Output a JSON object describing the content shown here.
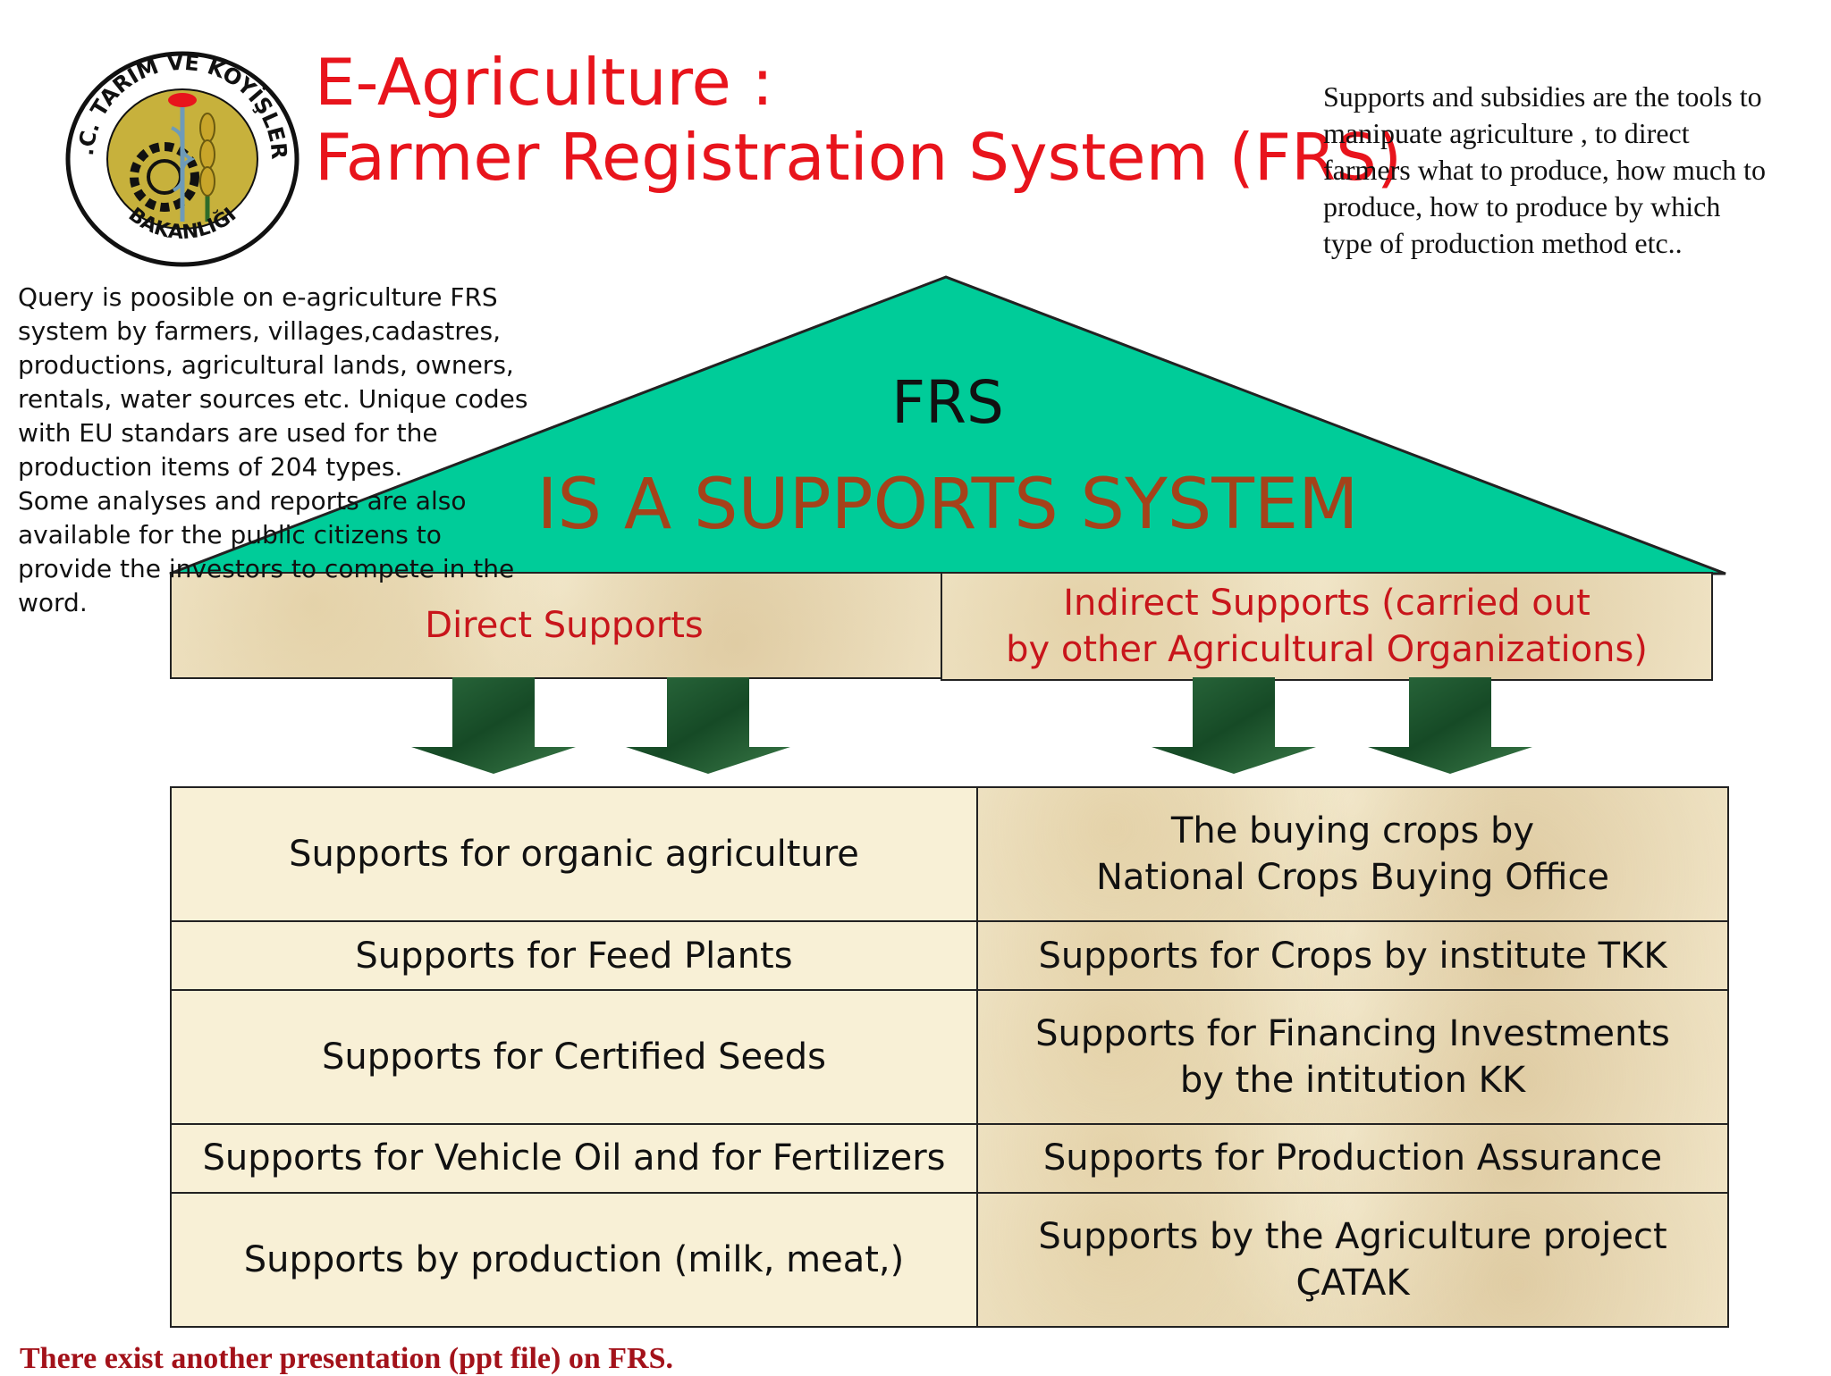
{
  "logo": {
    "arc_top": "T.C. TARIM VE KÖYİŞLERİ",
    "arc_bottom": "BAKANLIĞI"
  },
  "title": {
    "line1": "E-Agriculture :",
    "line2": "Farmer Registration System (FRS)"
  },
  "right_note": [
    "Supports and subsidies are the tools  to",
    "manipuate agriculture , to direct",
    "farmers what to produce, how much to",
    "produce, how to produce by which",
    "type of production method etc.."
  ],
  "left_note": [
    "Query is poosible on e-agriculture FRS",
    "system by  farmers, villages,cadastres,",
    "productions, agricultural lands, owners,",
    "rentals, water sources etc. Unique codes",
    "with EU standars are used for the",
    "production items of 204 types.",
    "Some analyses and reports are also",
    "available for the public citizens  to",
    "provide the investors to compete in the",
    "word."
  ],
  "roof": {
    "label": "FRS",
    "subtitle": "IS A SUPPORTS SYSTEM",
    "color": "#00cc99"
  },
  "categories": {
    "direct": "Direct Supports",
    "indirect_line1": "Indirect Supports (carried out",
    "indirect_line2": "by other Agricultural Organizations)"
  },
  "table": {
    "rows": [
      {
        "left": [
          "Supports for organic agriculture"
        ],
        "right": [
          "The buying crops by",
          "National Crops Buying Office"
        ]
      },
      {
        "left": [
          "Supports for Feed Plants"
        ],
        "right": [
          "Supports for Crops by institute TKK"
        ]
      },
      {
        "left": [
          "Supports for Certified Seeds"
        ],
        "right": [
          "Supports for Financing Investments",
          "by the intitution KK"
        ]
      },
      {
        "left": [
          "Supports for Vehicle Oil and for Fertilizers"
        ],
        "right": [
          "Supports for Production Assurance"
        ]
      },
      {
        "left": [
          "Supports by production (milk, meat,)"
        ],
        "right": [
          "Supports by the Agriculture project ÇATAK"
        ]
      }
    ]
  },
  "bottom_note": "There exist another presentation (ppt file) on FRS.",
  "colors": {
    "title_red": "#e8141c",
    "category_red": "#c8151b",
    "subtitle_brown": "#a5421a",
    "arrow_green": "#1f5a33",
    "bottom_red": "#a3121a"
  }
}
